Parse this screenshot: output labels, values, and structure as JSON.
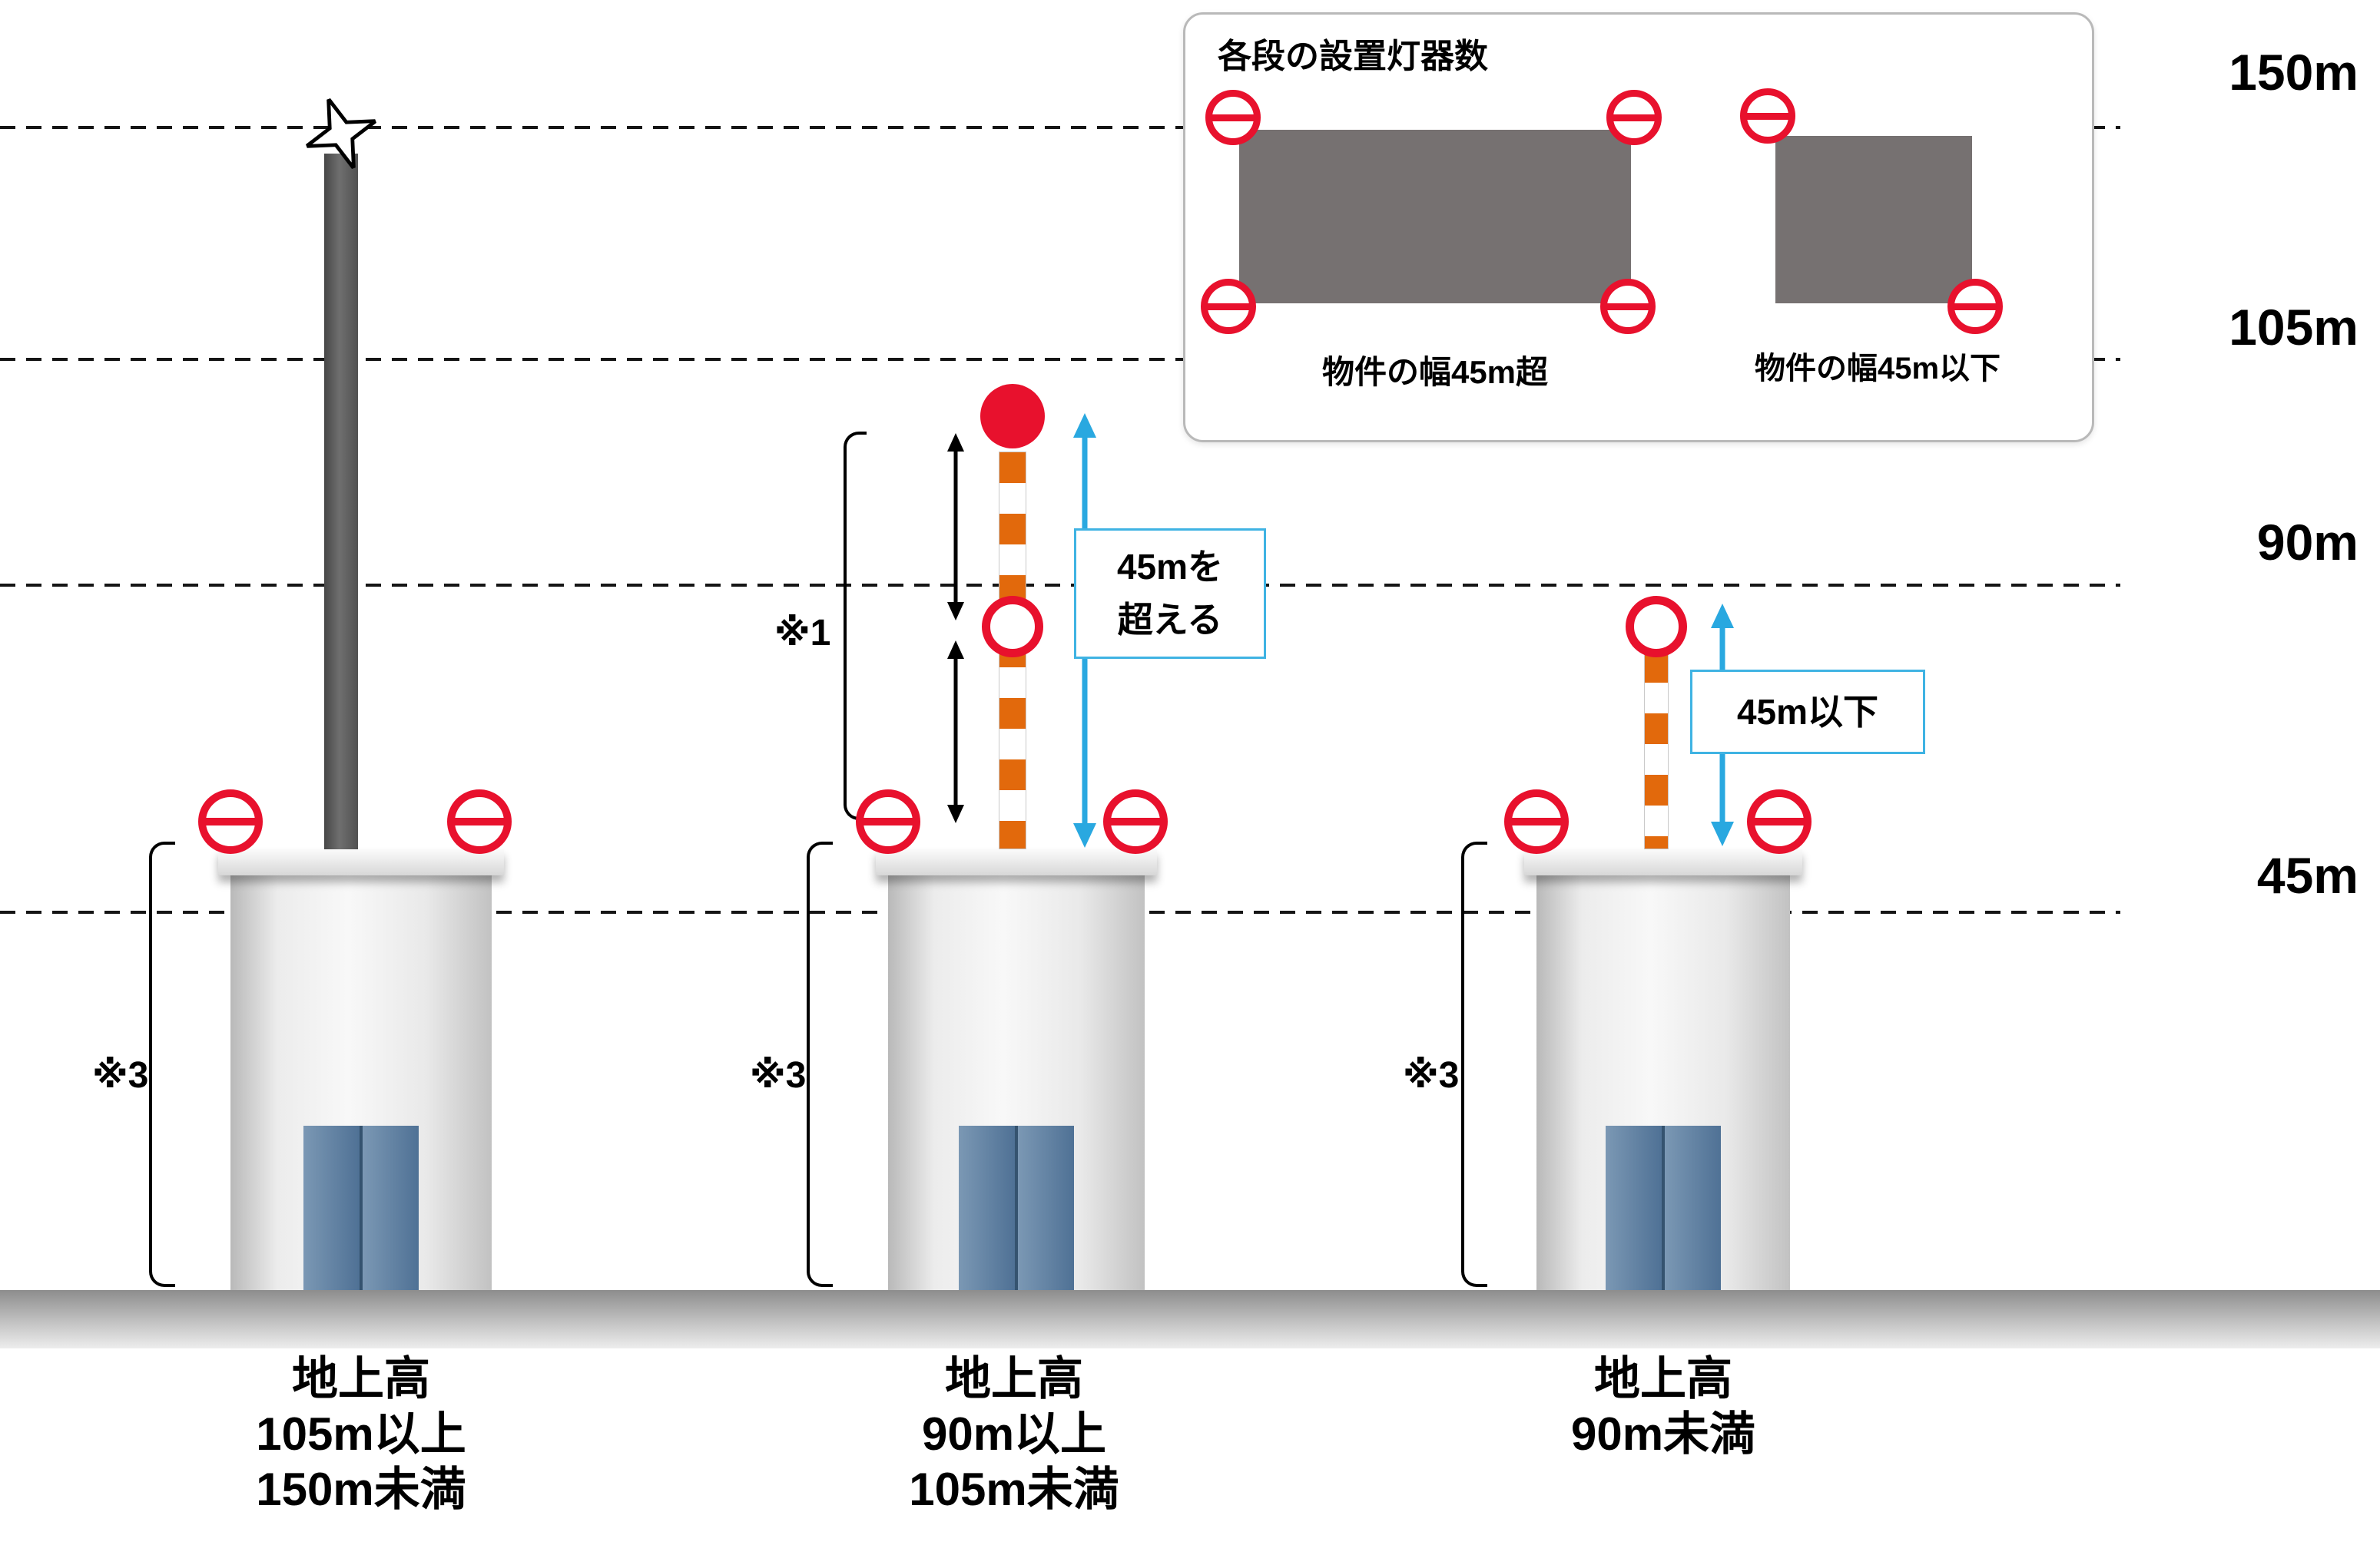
{
  "scale": {
    "labels": [
      "150m",
      "105m",
      "90m",
      "45m"
    ]
  },
  "legend": {
    "title": "各段の設置灯器数",
    "wide": {
      "label": "物件の幅45m超",
      "light_count": 4
    },
    "narrow": {
      "label": "物件の幅45m以下",
      "light_count": 2
    }
  },
  "notes": {
    "note1": "※1",
    "note3": "※3"
  },
  "callouts": {
    "over45": {
      "line1": "45mを",
      "line2": "超える"
    },
    "under45": "45m以下"
  },
  "buildings": [
    {
      "caption": [
        "地上高",
        "105m以上",
        "150m未満"
      ]
    },
    {
      "caption": [
        "地上高",
        "90m以上",
        "105m未満"
      ]
    },
    {
      "caption": [
        "地上高",
        "90m未満"
      ]
    }
  ],
  "icons": {
    "obstacle_light": "red-circle-with-horizontal-bar",
    "high_intensity_light": "white-four-point-star",
    "aviation_red_beacon": "solid-red-circle"
  },
  "colors": {
    "red": "#e8112d",
    "orange": "#e2690c",
    "cyan": "#29a8e0",
    "dark_gray": "#595959",
    "legend_gray": "#767171"
  }
}
